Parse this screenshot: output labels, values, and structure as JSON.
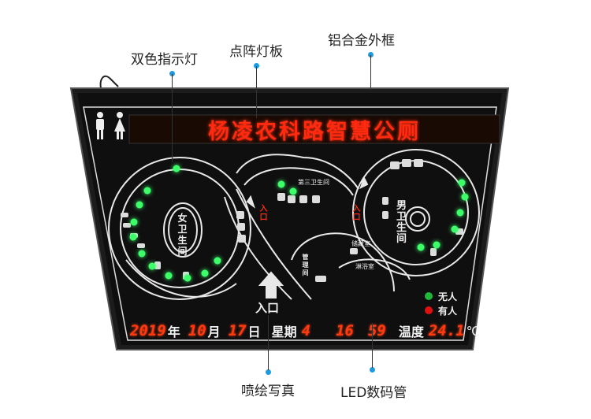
{
  "callouts": {
    "bicolor_light": "双色指示灯",
    "dot_matrix": "点阵灯板",
    "aluminum_frame": "铝合金外框",
    "inkjet_print": "喷绘写真",
    "led_tube": "LED数码管"
  },
  "board": {
    "marquee_text": "杨凌农科路智慧公厕",
    "rooms": {
      "female": "女卫生间",
      "male": "男卫生间",
      "third": "第三卫生间",
      "management": "管理间",
      "storage": "储藏室",
      "shower": "淋浴室",
      "entrance": "入口",
      "entrance_small_left": "入口",
      "entrance_small_right": "入口"
    },
    "legend": [
      {
        "label": "无人",
        "color": "#1fb83a"
      },
      {
        "label": "有人",
        "color": "#e01010"
      }
    ],
    "datetime": {
      "year": "2019",
      "year_unit": "年",
      "month": "10",
      "month_unit": "月",
      "day": "17",
      "day_unit": "日",
      "weekday_label": "星期",
      "weekday": "4",
      "hour": "16",
      "minute": "59",
      "temp_label": "温度",
      "temp": "24.1",
      "temp_unit": "℃"
    },
    "colors": {
      "led_red": "#ff2a10",
      "indicator_green": "#3dff6a",
      "frame": "#2a2a2a"
    }
  }
}
